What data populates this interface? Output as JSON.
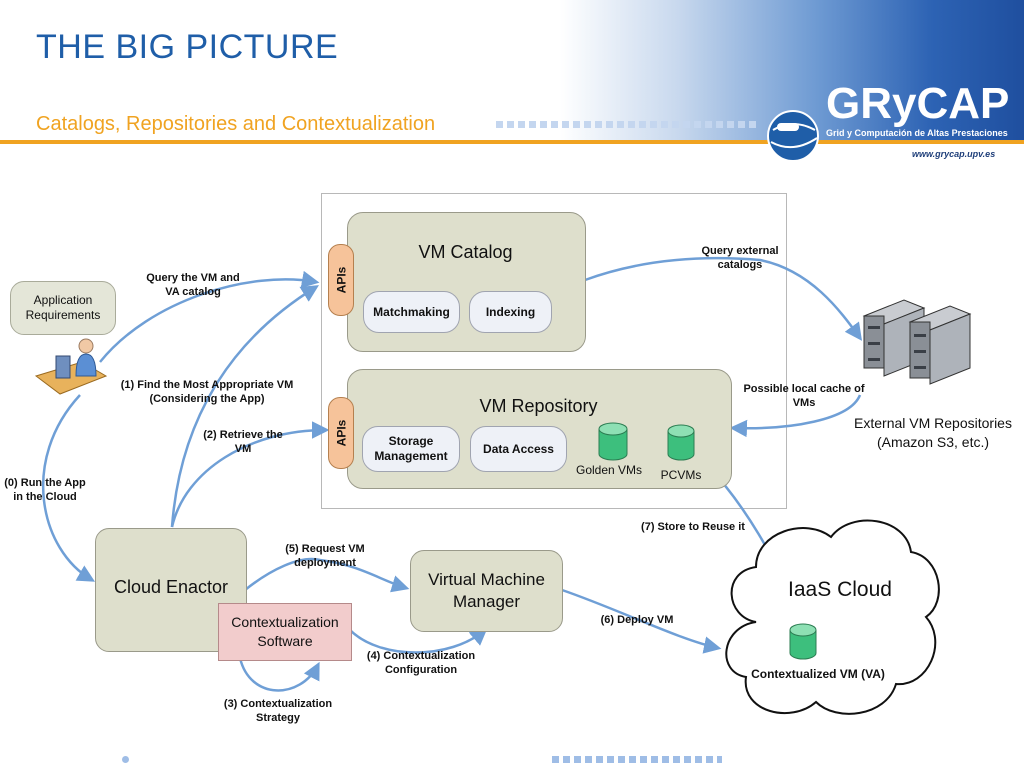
{
  "header": {
    "title": "THE BIG PICTURE",
    "subtitle": "Catalogs, Repositories and Contextualization",
    "logo": "GRyCAP",
    "logo_tagline": "Grid y Computación de Altas Prestaciones",
    "url": "www.grycap.upv.es"
  },
  "diagram": {
    "vm_catalog": {
      "title": "VM Catalog",
      "apis": "APIs",
      "matchmaking": "Matchmaking",
      "indexing": "Indexing"
    },
    "vm_repository": {
      "title": "VM Repository",
      "apis": "APIs",
      "storage": "Storage Management",
      "data_access": "Data Access",
      "golden_vms": "Golden VMs",
      "pcvms": "PCVMs"
    },
    "application_requirements": "Application Requirements",
    "cloud_enactor": "Cloud Enactor",
    "contextualization_software": "Contextualization Software",
    "virtual_machine_manager": "Virtual Machine Manager",
    "iaas_cloud": "IaaS Cloud",
    "contextualized_vm": "Contextualized VM (VA)",
    "external_repos": "External VM Repositories (Amazon S3, etc.)",
    "labels": {
      "query_vm_va": "Query the VM and VA catalog",
      "step1": "(1) Find the Most Appropriate VM (Considering the App)",
      "step2": "(2) Retrieve the VM",
      "step0": "(0) Run the App in the Cloud",
      "step3": "(3) Contextualization Strategy",
      "step4": "(4) Contextualization Configuration",
      "step5": "(5) Request VM deployment",
      "step6": "(6) Deploy VM",
      "step7": "(7) Store to Reuse it",
      "query_external": "Query external catalogs",
      "local_cache": "Possible local cache of VMs"
    }
  },
  "colors": {
    "title": "#1f5ea8",
    "accent": "#f0a321",
    "arrow": "#6f9fd6",
    "box": "#dedfcc",
    "apis": "#f6c39a",
    "ctx_software": "#f2cccc",
    "cylinder": "#3dbf7d"
  }
}
